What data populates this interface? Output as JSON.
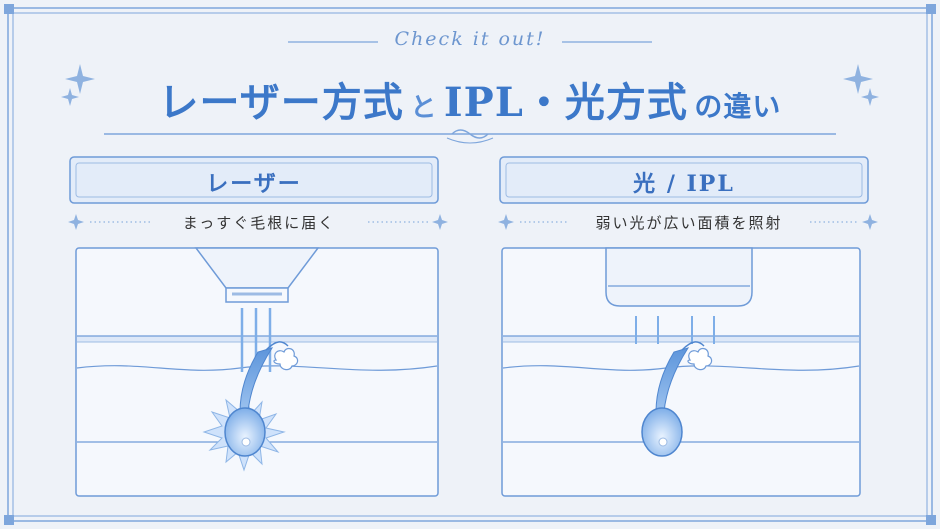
{
  "header": {
    "script_text": "Check it out!",
    "title_part1": "レーザー方式",
    "title_conj": "と",
    "title_part2": "IPL・光方式",
    "title_suffix": "の違い"
  },
  "left_panel": {
    "label": "レーザー",
    "caption": "まっすぐ毛根に届く"
  },
  "right_panel": {
    "label": "光 / IPL",
    "caption": "弱い光が広い面積を照射"
  },
  "colors": {
    "accent": "#3c78c9",
    "frame": "#6f9bd8",
    "panel_bg": "#e9f0fb",
    "skin_bg": "#f4f8fe"
  }
}
